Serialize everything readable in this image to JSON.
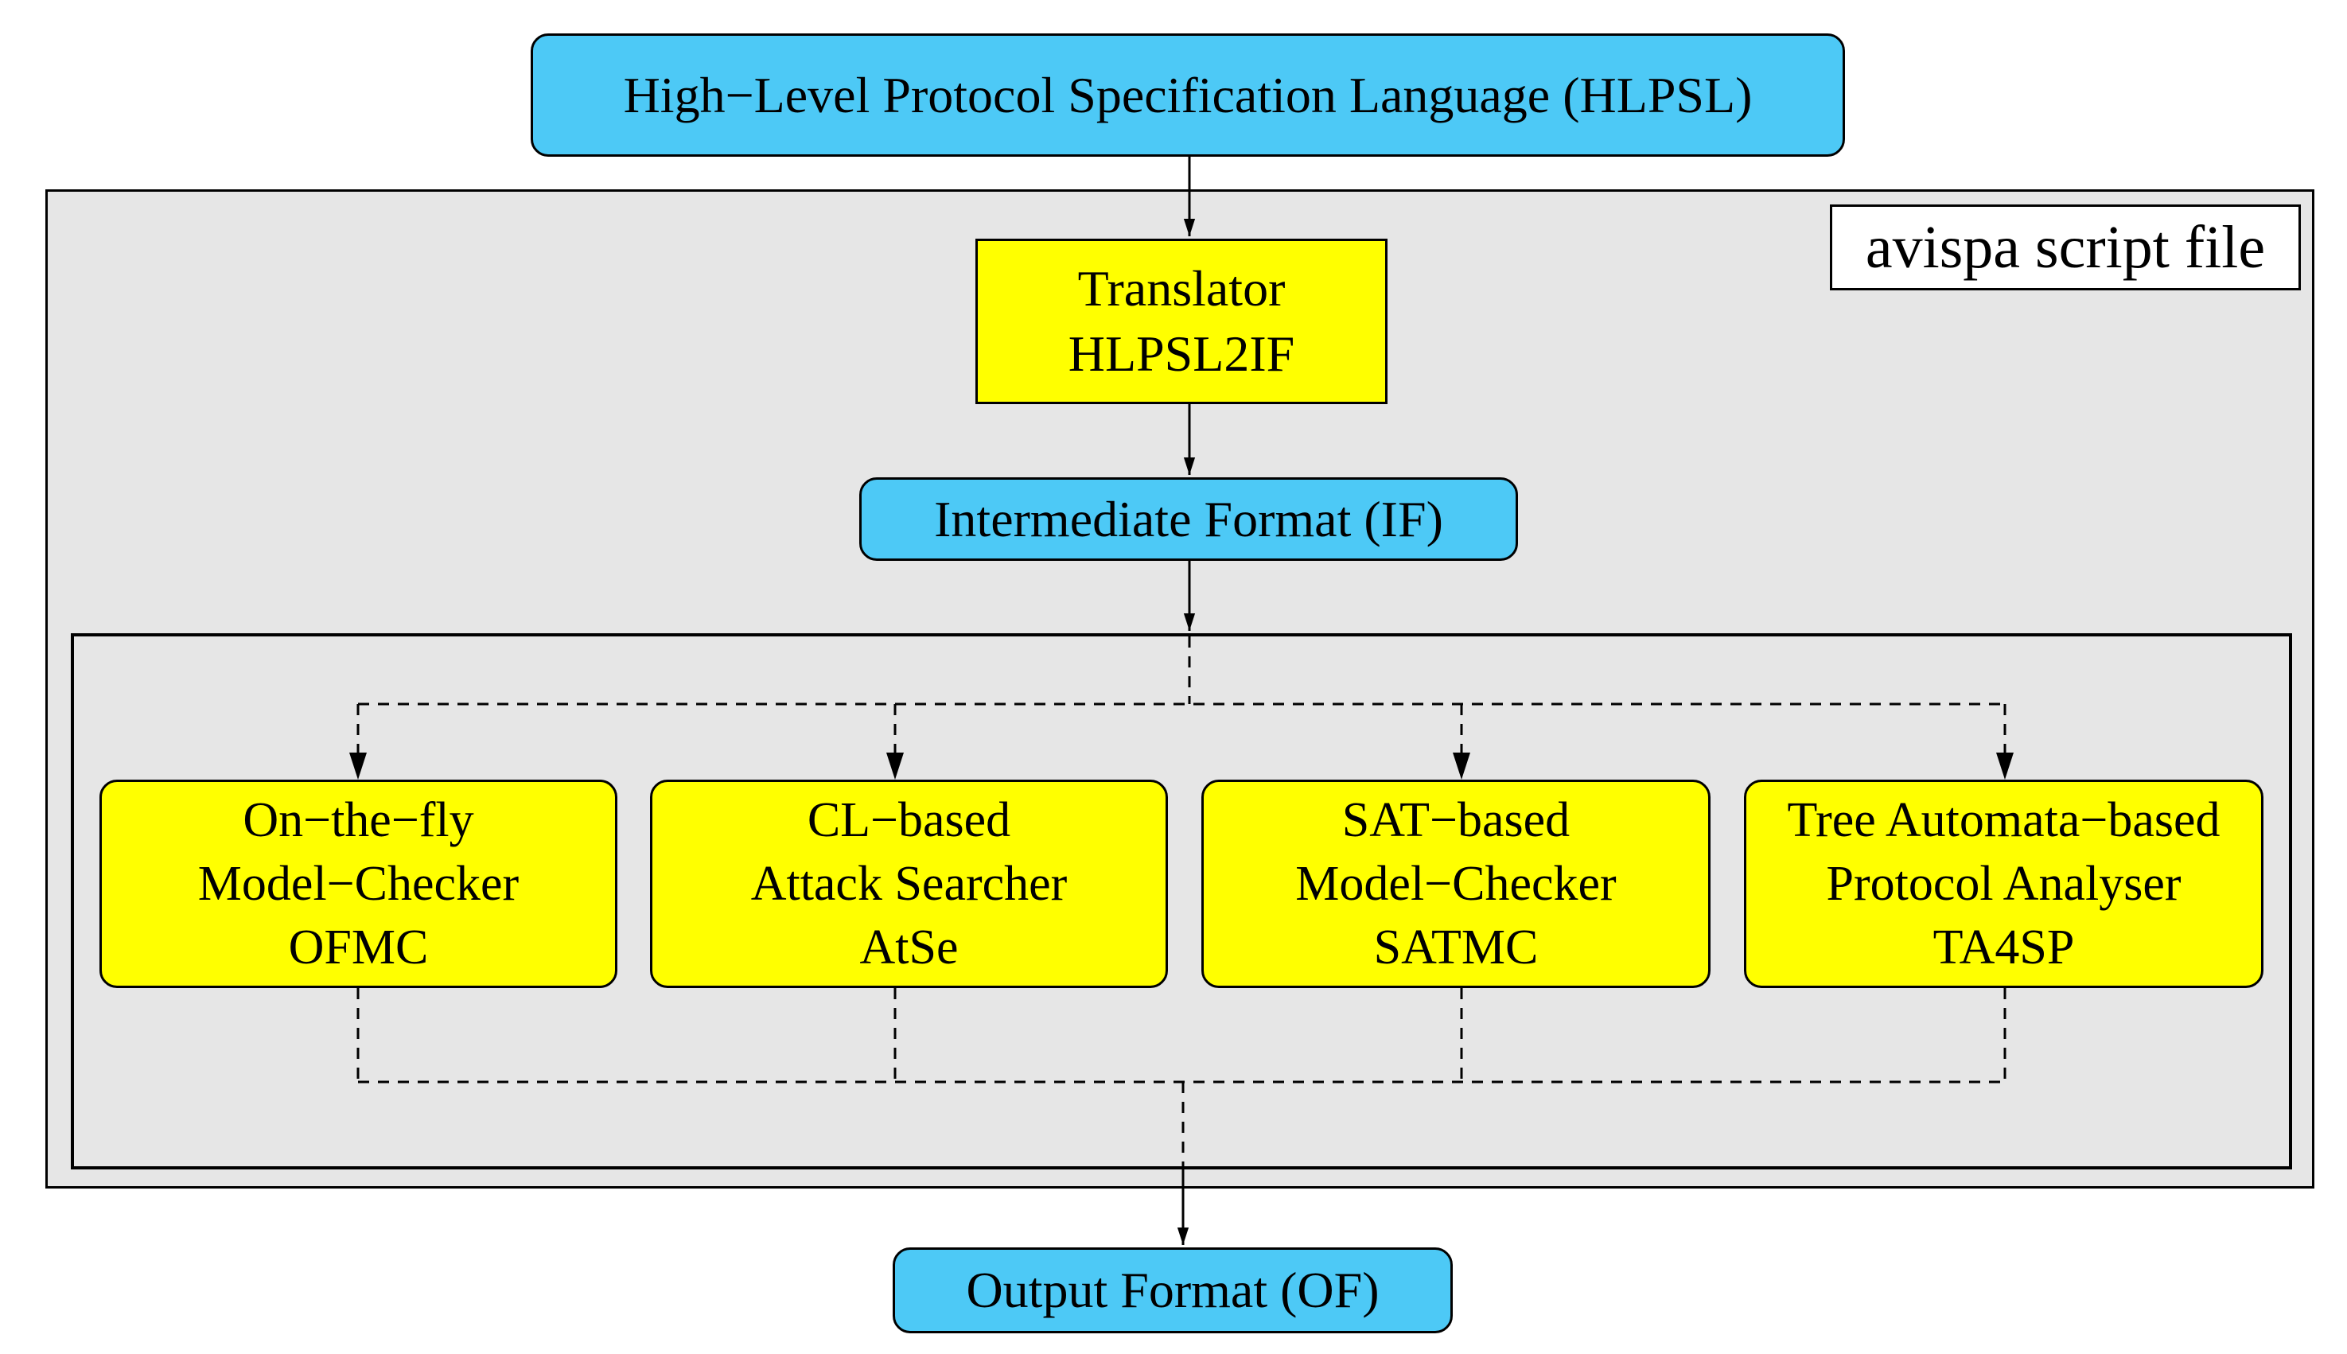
{
  "container": {
    "label": "avispa script file"
  },
  "nodes": {
    "hlpsl": {
      "label": "High−Level Protocol Specification Language (HLPSL)"
    },
    "translator": {
      "line1": "Translator",
      "line2": "HLPSL2IF"
    },
    "intermediate": {
      "label": "Intermediate Format (IF)"
    },
    "output": {
      "label": "Output Format (OF)"
    },
    "tools": [
      {
        "line1": "On−the−fly",
        "line2": "Model−Checker",
        "line3": "OFMC"
      },
      {
        "line1": "CL−based",
        "line2": "Attack Searcher",
        "line3": "AtSe"
      },
      {
        "line1": "SAT−based",
        "line2": "Model−Checker",
        "line3": "SATMC"
      },
      {
        "line1": "Tree Automata−based",
        "line2": "Protocol Analyser",
        "line3": "TA4SP"
      }
    ]
  },
  "colors": {
    "format_box": "#4dc9f6",
    "tool_box": "#ffff00",
    "container_fill": "#e6e6e6",
    "stroke": "#000000"
  }
}
